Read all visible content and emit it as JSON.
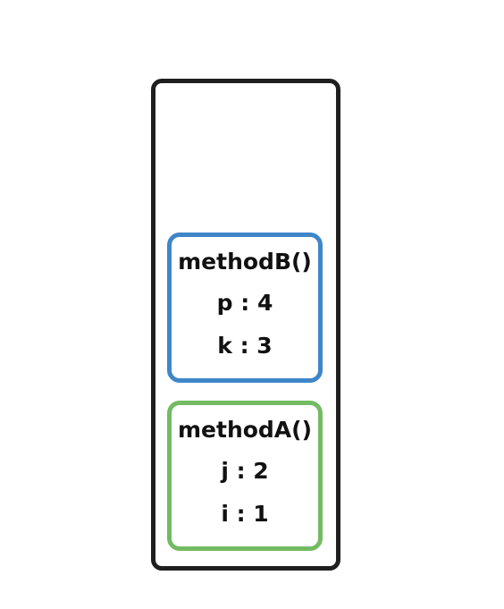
{
  "colors": {
    "stack_border": "#1f1f1f",
    "method_b_border": "#3f86c9",
    "method_a_border": "#73bb62"
  },
  "frames": [
    {
      "title": "methodB()",
      "vars": [
        "p : 4",
        "k : 3"
      ]
    },
    {
      "title": "methodA()",
      "vars": [
        "j : 2",
        "i : 1"
      ]
    }
  ]
}
